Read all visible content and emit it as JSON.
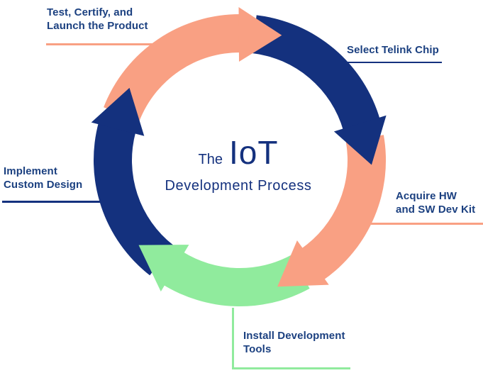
{
  "title": {
    "pre": "The",
    "main": "IoT",
    "sub": "Development Process"
  },
  "colors": {
    "navy": "#14317E",
    "salmon": "#F9A083",
    "green": "#90EB9D",
    "label_text": "#1B4080"
  },
  "steps": [
    {
      "id": "test-certify",
      "lines": [
        "Test, Certify, and",
        "Launch the Product"
      ],
      "underline_color": "salmon"
    },
    {
      "id": "select-chip",
      "lines": [
        "Select Telink Chip"
      ],
      "underline_color": "navy"
    },
    {
      "id": "acquire-kit",
      "lines": [
        "Acquire HW",
        "and SW Dev Kit"
      ],
      "underline_color": "salmon"
    },
    {
      "id": "install-tools",
      "lines": [
        "Install Development",
        "Tools"
      ],
      "underline_color": "green"
    },
    {
      "id": "implement-design",
      "lines": [
        "Implement",
        "Custom Design"
      ],
      "underline_color": "navy"
    }
  ],
  "arrows": [
    {
      "name": "arrow-test-certify",
      "color": "salmon",
      "tail": -68.7,
      "tip": 18.6
    },
    {
      "name": "arrow-select-chip",
      "color": "navy",
      "tail": 6.6,
      "tip": 92.0
    },
    {
      "name": "arrow-acquire-kit",
      "color": "salmon",
      "tail": 80.0,
      "tip": 163.4
    },
    {
      "name": "arrow-install-tools",
      "color": "green",
      "tail": 151.4,
      "tip": 230.0
    },
    {
      "name": "arrow-implement-design",
      "color": "navy",
      "tail": 218.0,
      "tip": 303.3
    }
  ]
}
